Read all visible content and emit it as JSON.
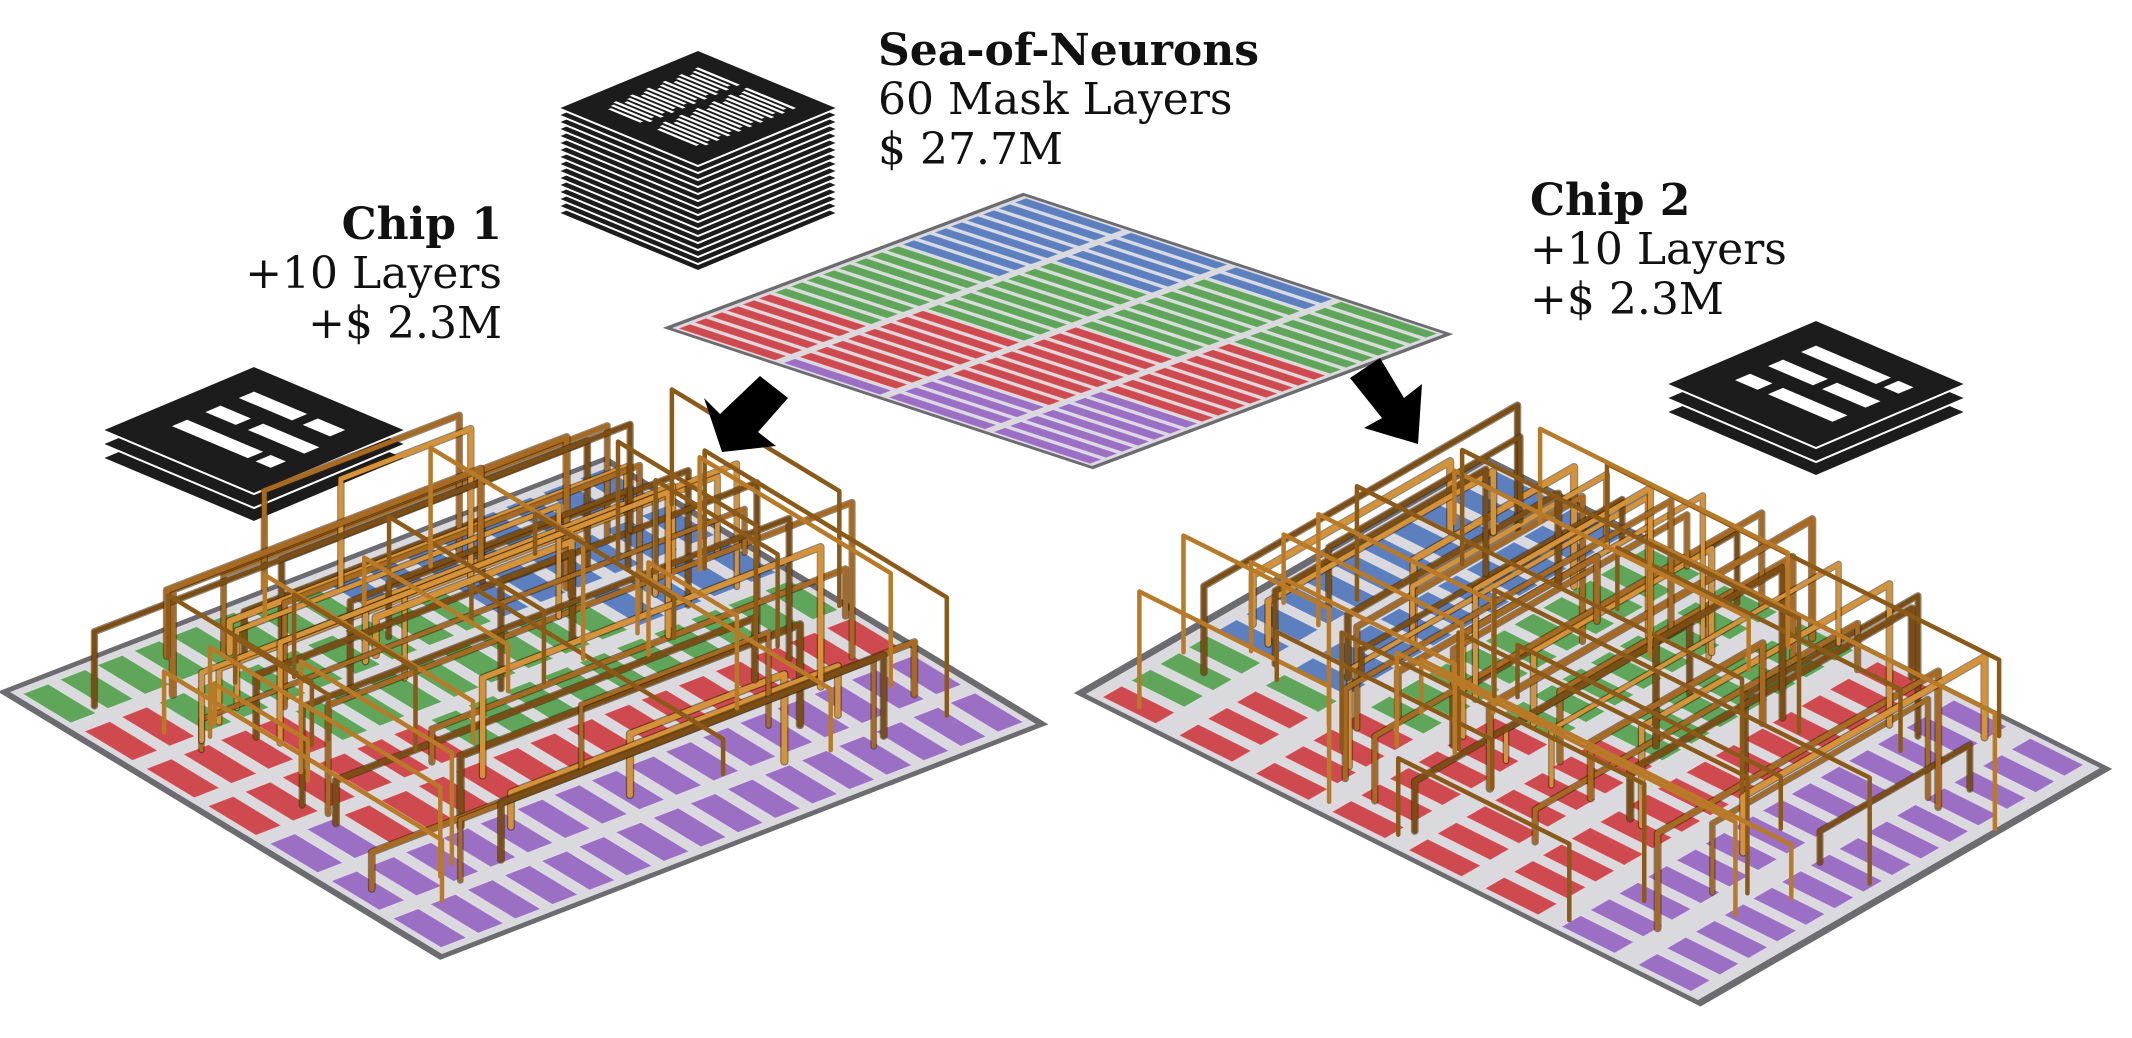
{
  "base": {
    "title": "Sea-of-Neurons",
    "line1": "60 Mask Layers",
    "line2": "$ 27.7M"
  },
  "chip1": {
    "title": "Chip 1",
    "line1": "+10 Layers",
    "line2": "+$ 2.3M"
  },
  "chip2": {
    "title": "Chip 2",
    "line1": "+10 Layers",
    "line2": "+$ 2.3M"
  },
  "colors": {
    "blue": "#5b7fbf",
    "green": "#5fa55a",
    "red": "#cf4a4f",
    "purple": "#9a6fc4",
    "wire": "#8a5a1a",
    "mask": "#1c1c1c"
  }
}
